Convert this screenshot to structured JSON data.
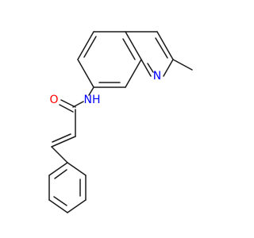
{
  "colors": {
    "background": "#ffffff",
    "bond": "#1a1a1a",
    "oxygen": "#ff0000",
    "nitrogen": "#0000ff"
  },
  "atoms": {
    "oxygen": "O",
    "amide_nitrogen": "NH",
    "ring_nitrogen": "N"
  }
}
